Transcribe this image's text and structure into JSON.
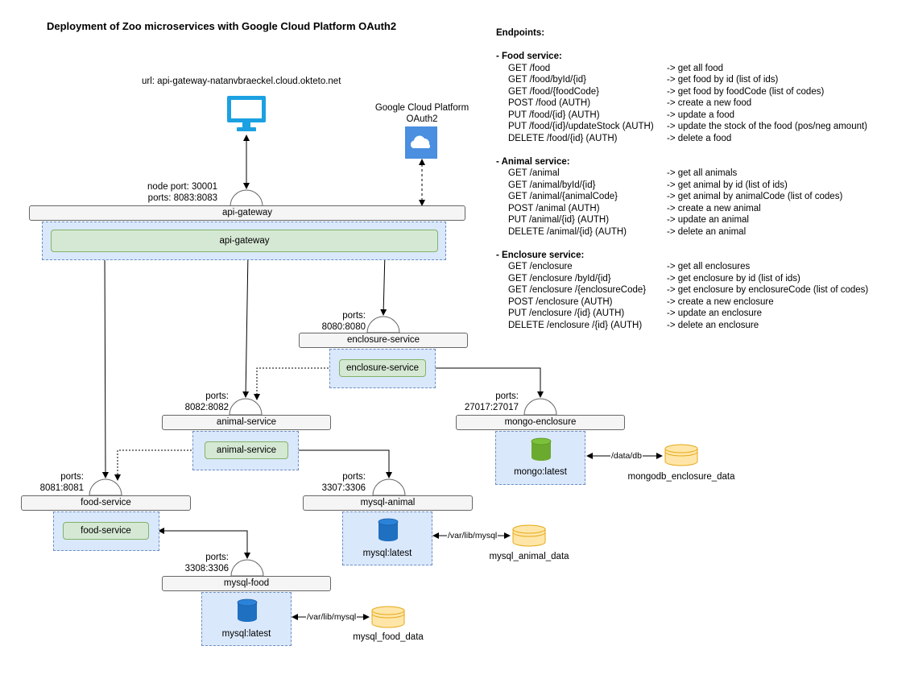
{
  "title": "Deployment of Zoo microservices with Google Cloud Platform OAuth2",
  "client": {
    "url_label": "url: api-gateway-natanvbraeckel.cloud.okteto.net",
    "icon": "monitor-icon"
  },
  "oauth": {
    "label_line1": "Google Cloud Platform",
    "label_line2": "OAuth2",
    "icon": "cloud-icon"
  },
  "api_gateway": {
    "port_line1": "node port: 30001",
    "port_line2": "ports: 8083:8083",
    "service_label": "api-gateway",
    "container_label": "api-gateway"
  },
  "enclosure_service": {
    "port_line1": "ports:",
    "port_line2": "8080:8080",
    "service_label": "enclosure-service",
    "container_label": "enclosure-service"
  },
  "animal_service": {
    "port_line1": "ports:",
    "port_line2": "8082:8082",
    "service_label": "animal-service",
    "container_label": "animal-service"
  },
  "food_service": {
    "port_line1": "ports:",
    "port_line2": "8081:8081",
    "service_label": "food-service",
    "container_label": "food-service"
  },
  "mongo_enclosure": {
    "port_line1": "ports:",
    "port_line2": "27017:27017",
    "service_label": "mongo-enclosure",
    "image_label": "mongo:latest",
    "volume_path": "/data/db",
    "volume_label": "mongodb_enclosure_data"
  },
  "mysql_animal": {
    "port_line1": "ports:",
    "port_line2": "3307:3306",
    "service_label": "mysql-animal",
    "image_label": "mysql:latest",
    "volume_path": "/var/lib/mysql",
    "volume_label": "mysql_animal_data"
  },
  "mysql_food": {
    "port_line1": "ports:",
    "port_line2": "3308:3306",
    "service_label": "mysql-food",
    "image_label": "mysql:latest",
    "volume_path": "/var/lib/mysql",
    "volume_label": "mysql_food_data"
  },
  "colors": {
    "monitor": "#1ba1e2",
    "cloud": "#4a8fe0",
    "mongo_db": "#6aaa2e",
    "mysql_db": "#1f70c1",
    "volume": "#ffd966",
    "container": "#dae8fc",
    "pod": "#d5e8d4"
  },
  "endpoints": {
    "heading": "Endpoints:",
    "groups": [
      {
        "name": "- Food service:",
        "rows": [
          {
            "method": "GET /food",
            "desc": "-> get all food"
          },
          {
            "method": "GET /food/byId/{id}",
            "desc": "-> get food by id (list of ids)"
          },
          {
            "method": "GET /food/{foodCode}",
            "desc": "-> get food by foodCode (list of codes)"
          },
          {
            "method": "POST /food (AUTH)",
            "desc": "-> create a new food"
          },
          {
            "method": "PUT /food/{id} (AUTH)",
            "desc": "-> update a food"
          },
          {
            "method": "PUT /food/{id}/updateStock (AUTH)",
            "desc": " -> update the stock of the food (pos/neg amount)"
          },
          {
            "method": "DELETE /food/{id} (AUTH)",
            "desc": "-> delete a food"
          }
        ]
      },
      {
        "name": "- Animal service:",
        "rows": [
          {
            "method": "GET /animal",
            "desc": "-> get all animals"
          },
          {
            "method": "GET /animal/byId/{id}",
            "desc": "-> get animal by id (list of ids)"
          },
          {
            "method": "GET /animal/{animalCode}",
            "desc": "-> get animal by animalCode (list of codes)"
          },
          {
            "method": "POST /animal (AUTH)",
            "desc": "-> create a new animal"
          },
          {
            "method": "PUT /animal/{id} (AUTH)",
            "desc": "-> update an animal"
          },
          {
            "method": "DELETE /animal/{id} (AUTH)",
            "desc": "-> delete an animal"
          }
        ]
      },
      {
        "name": "- Enclosure service:",
        "rows": [
          {
            "method": "GET /enclosure",
            "desc": "-> get all enclosures"
          },
          {
            "method": "GET /enclosure /byId/{id}",
            "desc": "-> get enclosure by id (list of ids)"
          },
          {
            "method": "GET /enclosure /{enclosureCode}",
            "desc": "-> get enclosure by enclosureCode (list of codes)"
          },
          {
            "method": "POST /enclosure (AUTH)",
            "desc": "-> create a new enclosure"
          },
          {
            "method": "PUT /enclosure /{id} (AUTH)",
            "desc": "-> update an enclosure"
          },
          {
            "method": "DELETE /enclosure /{id} (AUTH)",
            "desc": "-> delete an enclosure"
          }
        ]
      }
    ]
  }
}
